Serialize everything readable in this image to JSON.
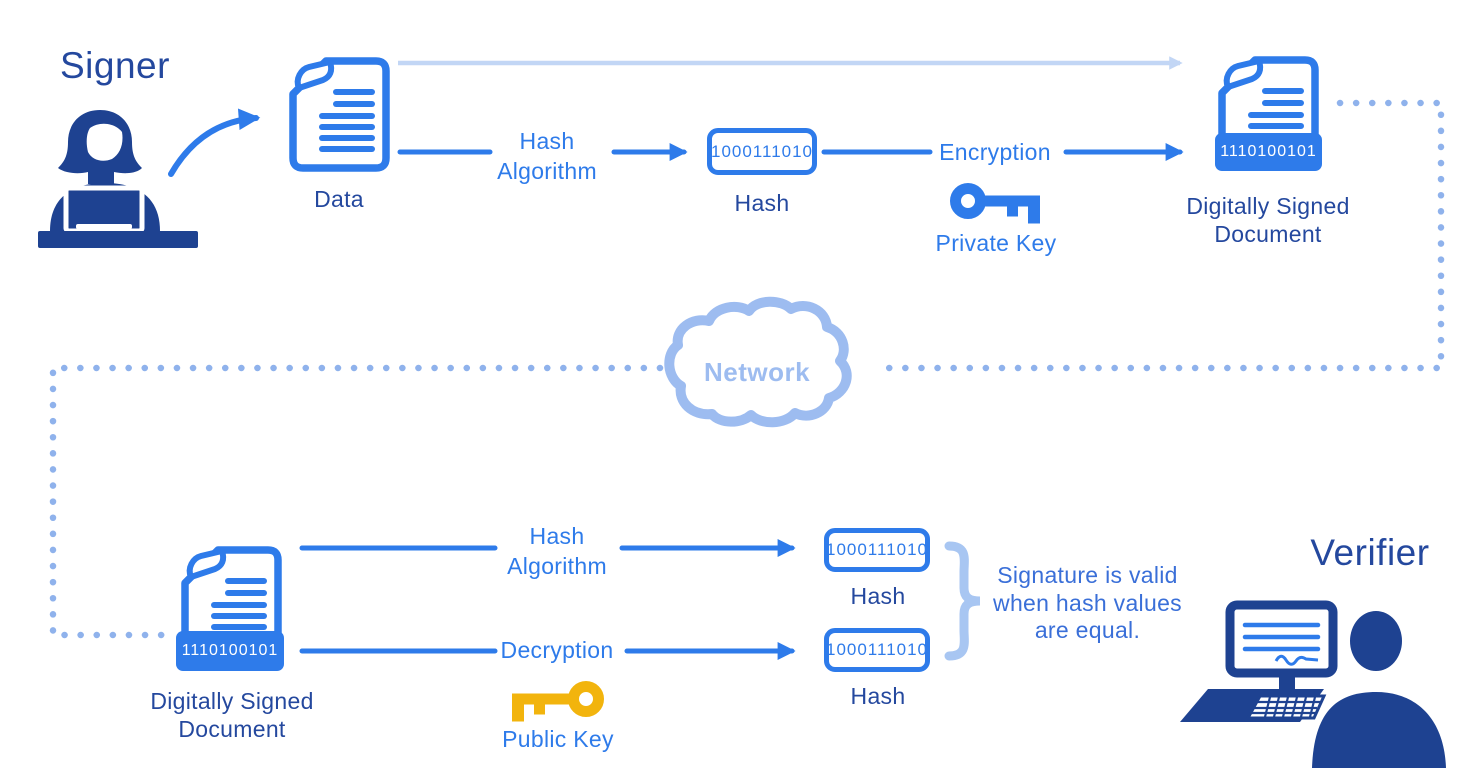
{
  "colors": {
    "accent_blue": "#2e7bea",
    "navy_text": "#24489e",
    "icon_navy": "#1e4291",
    "light_arrow_blue": "#c2d6f5",
    "dotted_line_blue": "#8fb2ec",
    "cloud_blue": "#9dbcf0",
    "brace_blue": "#a8c6f2",
    "note_blue": "#3a6fd8",
    "key_yellow": "#f2b40d"
  },
  "signer_flow": {
    "title": "Signer",
    "data_doc_label": "Data",
    "hash_algorithm_line1": "Hash",
    "hash_algorithm_line2": "Algorithm",
    "hash_value": "1000111010",
    "hash_label": "Hash",
    "encryption_label": "Encryption",
    "private_key_label": "Private Key",
    "signed_doc_value": "1110100101",
    "signed_doc_label_line1": "Digitally Signed",
    "signed_doc_label_line2": "Document"
  },
  "network": {
    "label": "Network"
  },
  "verifier_flow": {
    "title": "Verifier",
    "signed_doc_value": "1110100101",
    "signed_doc_label_line1": "Digitally Signed",
    "signed_doc_label_line2": "Document",
    "hash_algorithm_line1": "Hash",
    "hash_algorithm_line2": "Algorithm",
    "decryption_label": "Decryption",
    "public_key_label": "Public Key",
    "hash_top_value": "1000111010",
    "hash_top_label": "Hash",
    "hash_bottom_value": "1000111010",
    "hash_bottom_label": "Hash",
    "note_line1": "Signature is valid",
    "note_line2": "when hash values",
    "note_line3": "are equal."
  }
}
